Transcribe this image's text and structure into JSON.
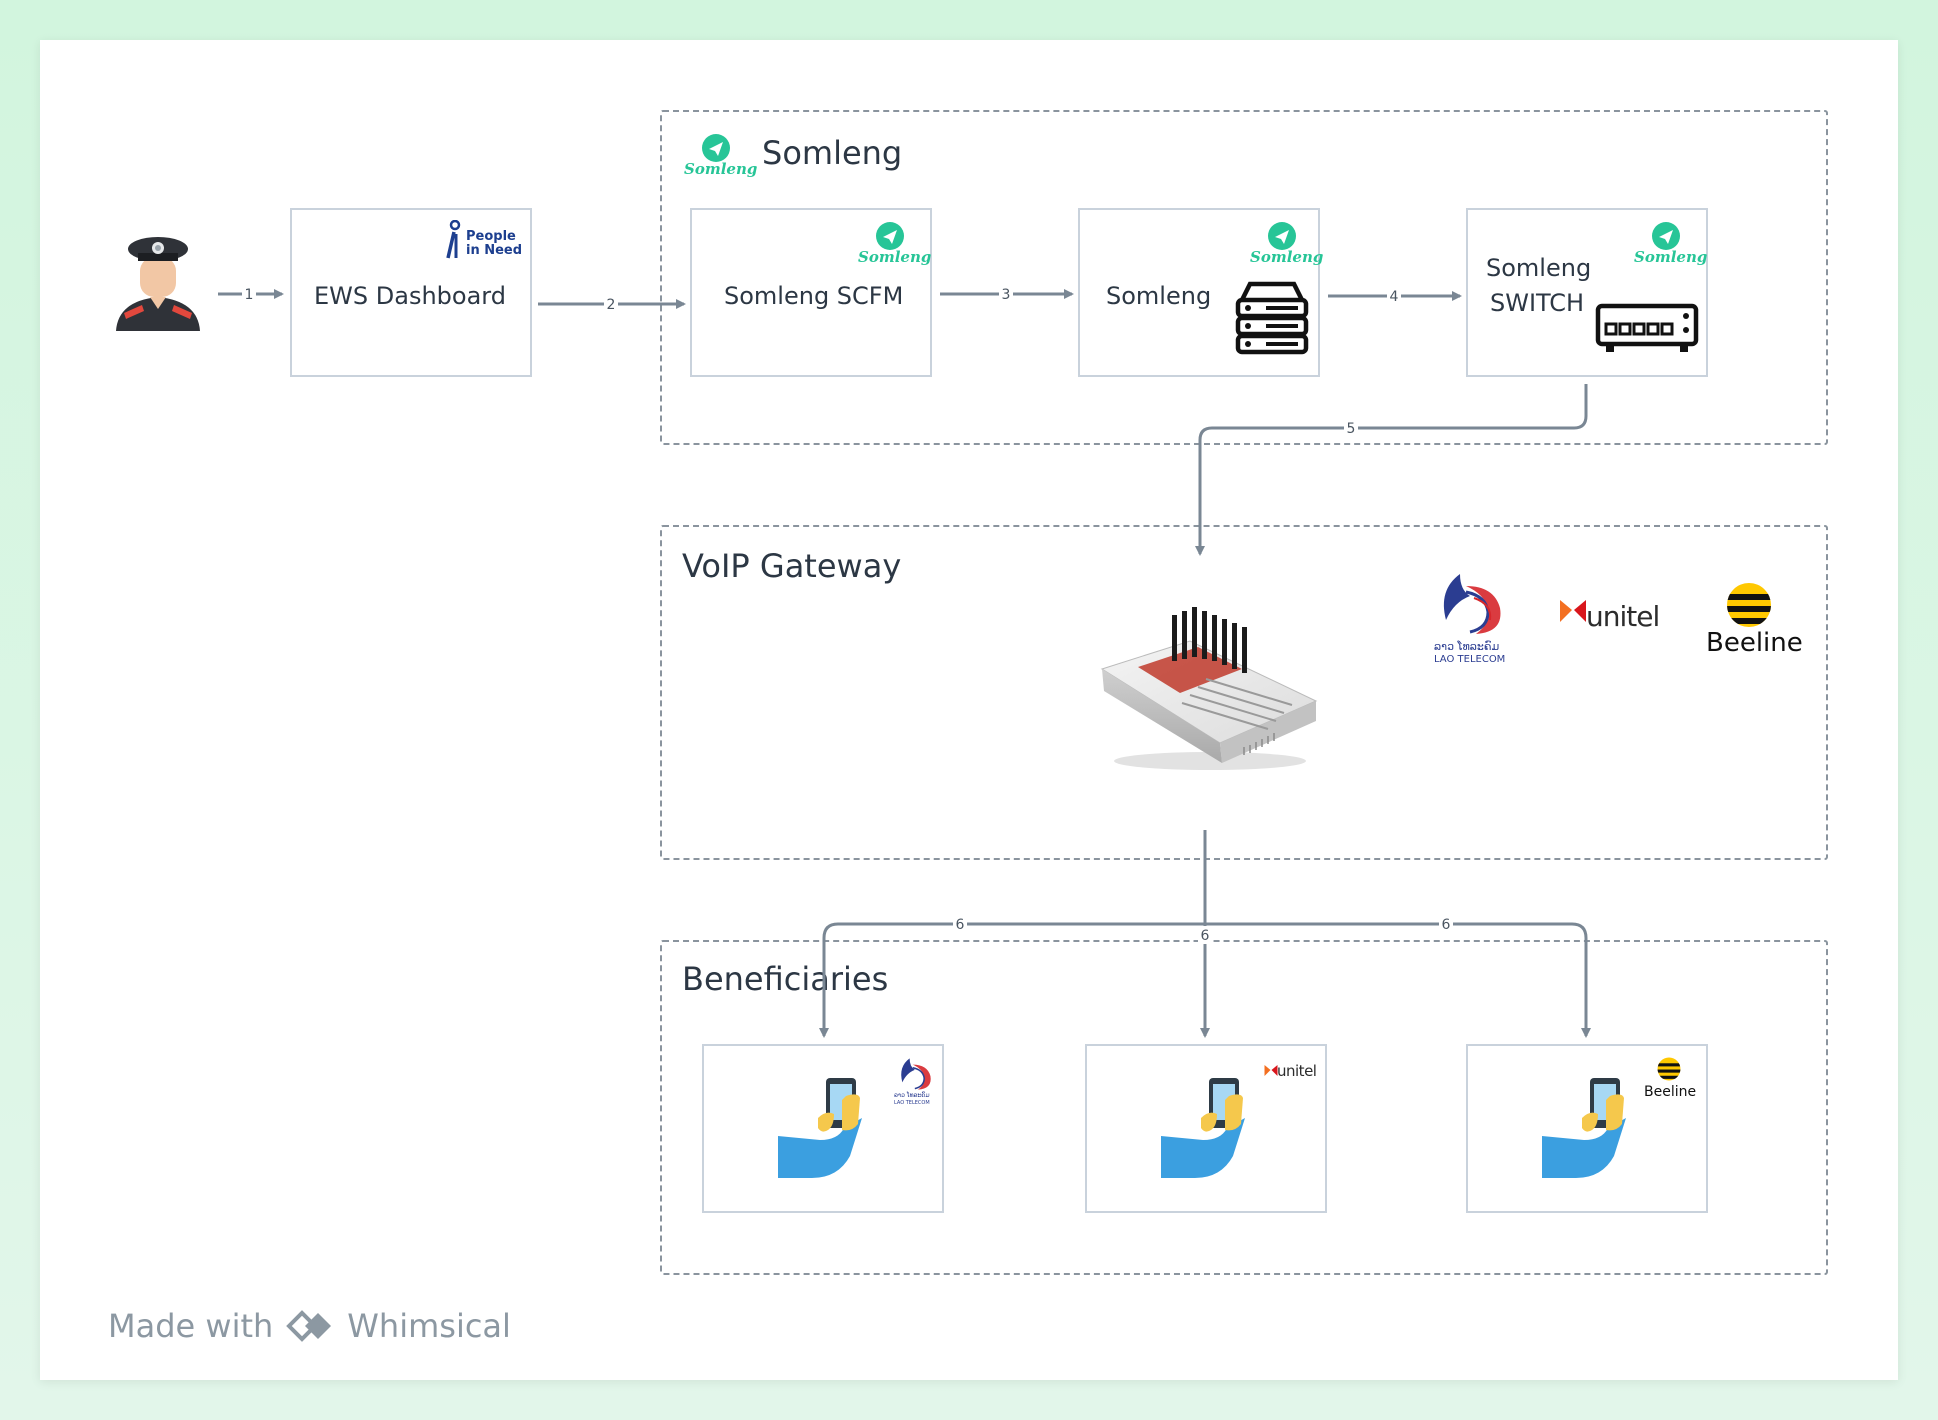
{
  "groups": {
    "somleng": {
      "title": "Somleng"
    },
    "voip": {
      "title": "VoIP Gateway"
    },
    "beneficiaries": {
      "title": "Beneficiaries"
    }
  },
  "nodes": {
    "ews": {
      "label": "EWS Dashboard",
      "logo_line1": "People",
      "logo_line2": "in Need"
    },
    "scfm": {
      "label": "Somleng SCFM"
    },
    "somleng": {
      "label": "Somleng"
    },
    "switch": {
      "label_line1": "Somleng",
      "label_line2": "SWITCH"
    }
  },
  "brand_text": "Somleng",
  "carriers": {
    "lao": {
      "line1": "ລາວ ໂທລະຄົມ",
      "line2": "LAO TELECOM"
    },
    "unitel": {
      "name": "unitel"
    },
    "beeline": {
      "name": "Beeline"
    }
  },
  "edges": [
    "1",
    "2",
    "3",
    "4",
    "5",
    "6",
    "6",
    "6"
  ],
  "footer": {
    "made_with": "Made with",
    "brand": "Whimsical"
  },
  "colors": {
    "somleng_green": "#27c597",
    "connector": "#7a8794",
    "dashed_border": "#8a949e",
    "phone_hand_blue": "#3b9fe0",
    "beeline_yellow": "#ffc800"
  }
}
